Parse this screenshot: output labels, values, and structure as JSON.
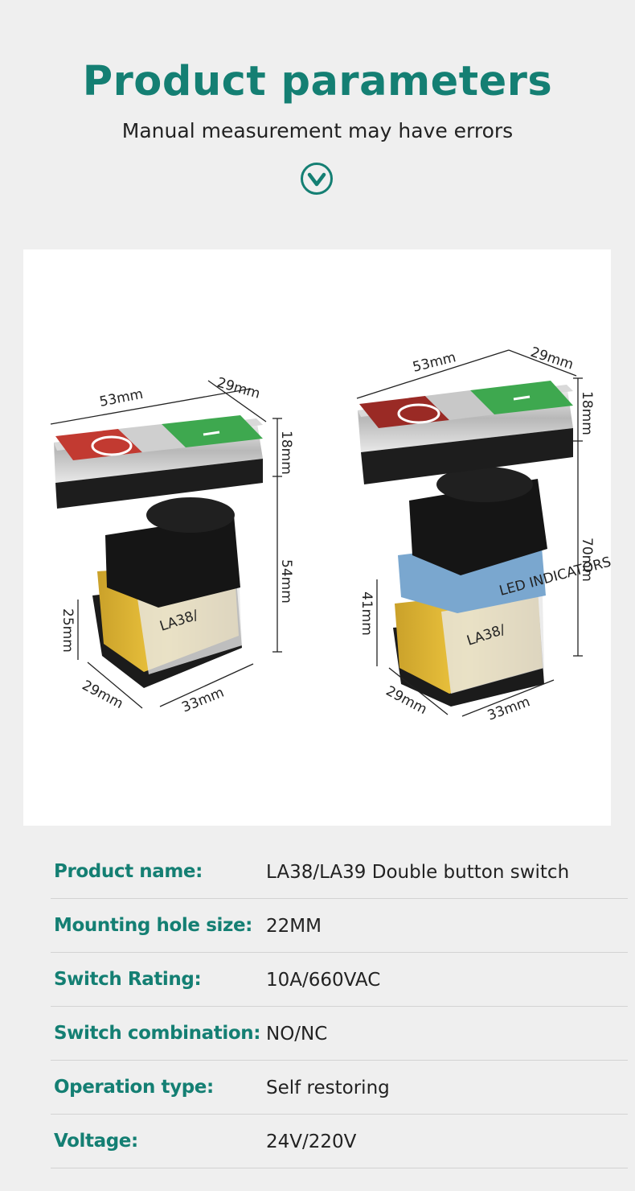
{
  "header": {
    "title": "Product parameters",
    "subtitle": "Manual measurement may have errors",
    "icon": "chevron-down-circle-icon",
    "accent_color": "#147f73"
  },
  "figure": {
    "left_switch": {
      "model_text": "LA38/",
      "dims": {
        "width": "53mm",
        "depth": "29mm",
        "head_height": "18mm",
        "body_height": "54mm",
        "base_height": "25mm",
        "base_depth": "29mm",
        "base_width": "33mm"
      }
    },
    "right_switch": {
      "model_text": "LA38/",
      "indicator_text": "LED INDICATORS",
      "dims": {
        "width": "53mm",
        "depth": "29mm",
        "head_height": "18mm",
        "body_height": "70mm",
        "base_height": "41mm",
        "base_depth": "29mm",
        "base_width": "33mm"
      }
    }
  },
  "specs": [
    {
      "label": "Product name:",
      "value": "LA38/LA39 Double button switch"
    },
    {
      "label": "Mounting hole size:",
      "value": "22MM"
    },
    {
      "label": "Switch Rating:",
      "value": "10A/660VAC"
    },
    {
      "label": "Switch combination:",
      "value": "NO/NC"
    },
    {
      "label": "Operation type:",
      "value": "Self restoring"
    },
    {
      "label": "Voltage:",
      "value": "24V/220V"
    }
  ]
}
